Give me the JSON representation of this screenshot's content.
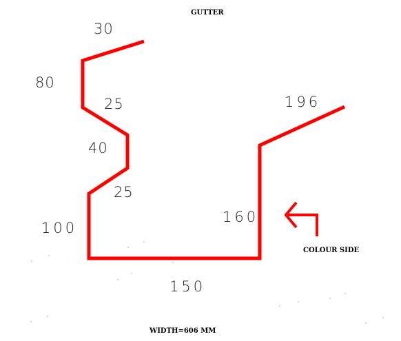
{
  "title": "GUTTER",
  "colour_side_label": "COLOUR SIDE",
  "width_label": "WIDTH=606 MM",
  "stroke_color": "#ff0000",
  "dimensions": {
    "top_lip": "30",
    "upper_vertical": "80",
    "upper_diagonal": "25",
    "middle_vertical": "40",
    "lower_diagonal": "25",
    "lower_vertical": "100",
    "base": "150",
    "right_vertical": "160",
    "right_flange": "196"
  }
}
